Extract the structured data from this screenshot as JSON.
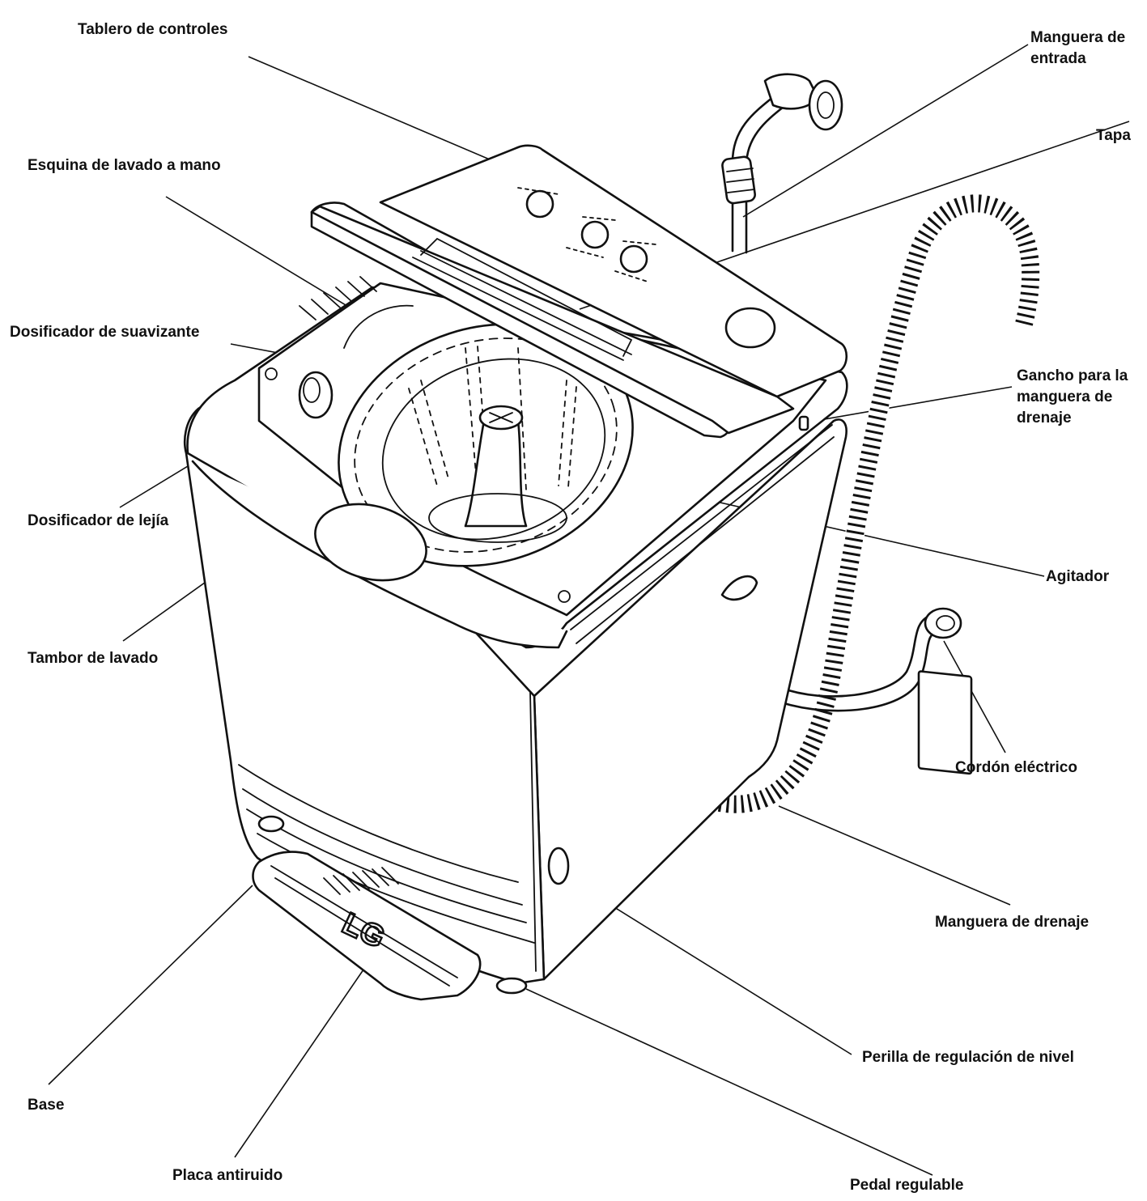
{
  "labels": {
    "tablero_de_controles": "Tablero de controles",
    "manguera_de_entrada": "Manguera de\nentrada",
    "tapa": "Tapa",
    "esquina_de_lavado_a_mano": "Esquina de lavado a mano",
    "dosificador_de_suavizante": "Dosificador de suavizante",
    "gancho_para_manguera": "Gancho para la\nmanguera de\ndrenaje",
    "dosificador_de_lejia": "Dosificador de lejía",
    "agitador": "Agitador",
    "tambor_de_lavado": "Tambor de lavado",
    "cordon_electrico": "Cordón eléctrico",
    "manguera_de_drenaje": "Manguera de drenaje",
    "perilla_de_regulacion": "Perilla de regulación de nivel",
    "base": "Base",
    "placa_antiruido": "Placa antiruido",
    "pedal_regulable": "Pedal regulable"
  },
  "brand_mark": "LG"
}
